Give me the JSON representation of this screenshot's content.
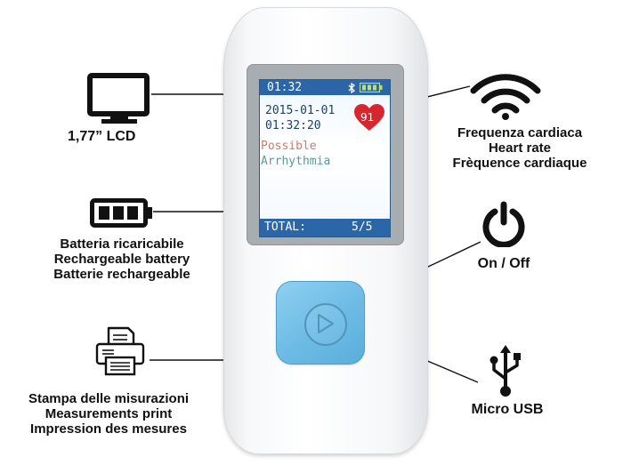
{
  "labels": {
    "lcd": "1,77” LCD",
    "battery": [
      "Batteria ricaricabile",
      "Rechargeable battery",
      "Batterie rechargeable"
    ],
    "heart_rate": [
      "Frequenza cardiaca",
      "Heart rate",
      "Frèquence cardiaque"
    ],
    "power": "On / Off",
    "print": [
      "Stampa delle misurazioni",
      "Measurements print",
      "Impression des mesures"
    ],
    "usb": "Micro USB"
  },
  "screen": {
    "time": "01:32",
    "date": "2015-01-01",
    "clock": "01:32:20",
    "heart_rate_value": "91",
    "status_line1": "Possible",
    "status_line2": "Arrhythmia",
    "footer_label": "TOTAL:",
    "footer_value": "5/5"
  },
  "icons": [
    "monitor-icon",
    "battery-icon",
    "wifi-icon",
    "power-icon",
    "printer-icon",
    "usb-icon",
    "bluetooth-icon",
    "heart-icon",
    "play-icon"
  ],
  "colors": {
    "accent_blue": "#2b66a8",
    "button_blue": "#6cbbe5",
    "heart_red": "#d8262e",
    "status_red": "#d07a6a",
    "status_teal": "#5a9a9a"
  }
}
